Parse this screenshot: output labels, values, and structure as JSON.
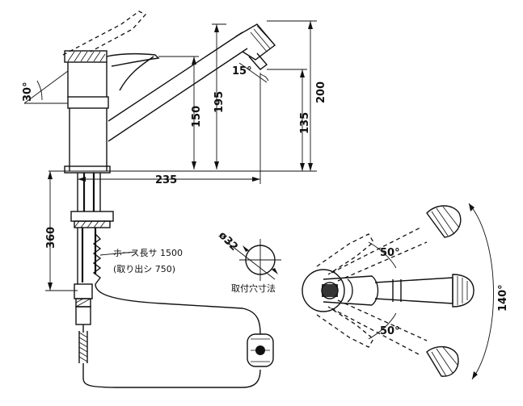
{
  "dimensions": {
    "d30": "30°",
    "d15": "15°",
    "d150": "150",
    "d195": "195",
    "d200": "200",
    "d135": "135",
    "d235": "235",
    "d360": "360",
    "d32": "ø32",
    "d50a": "50°",
    "d50b": "50°",
    "d140": "140°"
  },
  "labels": {
    "hose_line1": "ホース長サ 1500",
    "hose_line2": "(取り出シ 750)",
    "mount_hole": "取付穴寸法"
  }
}
